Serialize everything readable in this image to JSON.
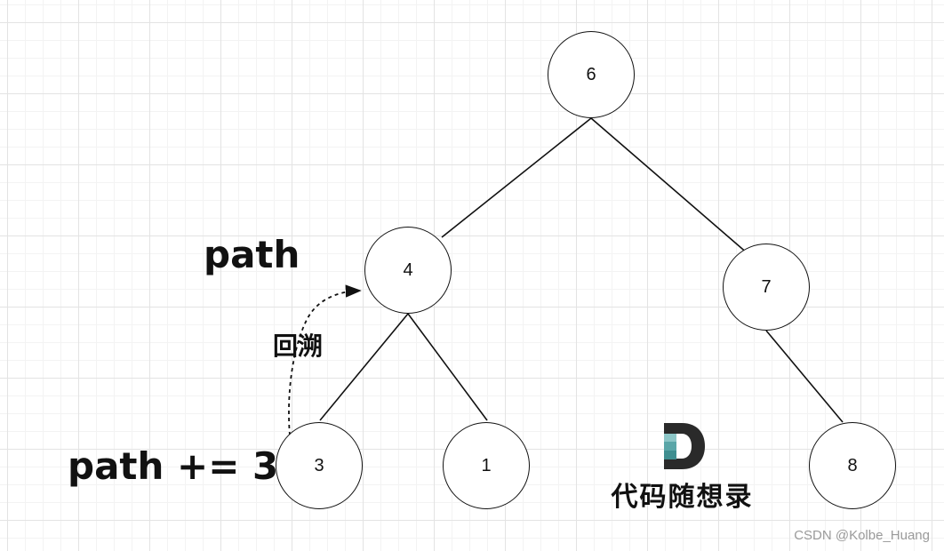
{
  "tree": {
    "nodes": [
      {
        "id": "n6",
        "label": "6"
      },
      {
        "id": "n4",
        "label": "4"
      },
      {
        "id": "n7",
        "label": "7"
      },
      {
        "id": "n3",
        "label": "3"
      },
      {
        "id": "n1",
        "label": "1"
      },
      {
        "id": "n8",
        "label": "8"
      }
    ],
    "edges": [
      [
        "n6",
        "n4"
      ],
      [
        "n6",
        "n7"
      ],
      [
        "n4",
        "n3"
      ],
      [
        "n4",
        "n1"
      ],
      [
        "n7",
        "n8"
      ]
    ]
  },
  "annotations": {
    "path_label": "path",
    "path_add_label": "path += 3",
    "backtrack_label": "回溯"
  },
  "logo": {
    "text": "代码随想录"
  },
  "watermark": "CSDN @Kolbe_Huang",
  "colors": {
    "line": "#111111",
    "logo_teal": "#5aa6a8",
    "logo_dark": "#2a2a2a"
  }
}
